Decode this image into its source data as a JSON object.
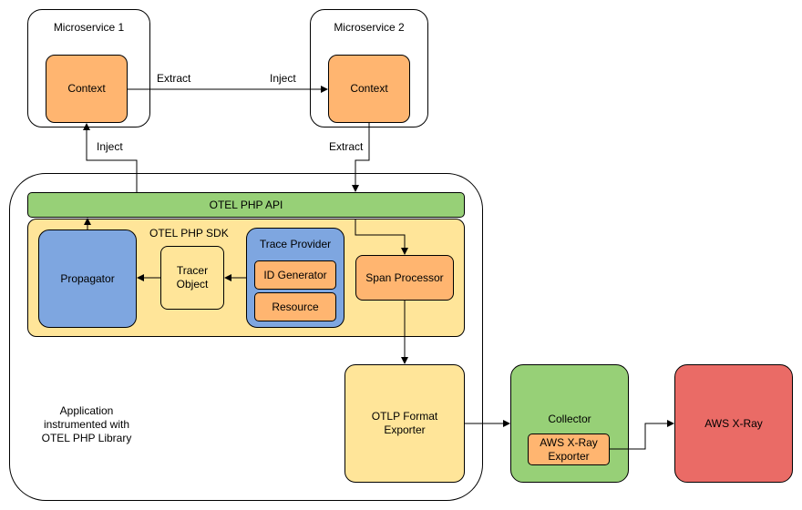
{
  "microservice1": {
    "title": "Microservice 1",
    "context": "Context"
  },
  "microservice2": {
    "title": "Microservice 2",
    "context": "Context"
  },
  "edges": {
    "extract_top": "Extract",
    "inject_top": "Inject",
    "inject_up": "Inject",
    "extract_down": "Extract"
  },
  "api": {
    "label": "OTEL PHP API"
  },
  "sdk": {
    "label": "OTEL PHP SDK",
    "propagator": "Propagator",
    "tracer_object": "Tracer Object",
    "trace_provider": "Trace Provider",
    "id_generator": "ID Generator",
    "resource": "Resource",
    "span_processor": "Span Processor"
  },
  "exporter": {
    "label": "OTLP Format Exporter"
  },
  "application": {
    "label": "Application instrumented with OTEL PHP Library"
  },
  "collector": {
    "label": "Collector",
    "xray_exporter": "AWS X-Ray Exporter"
  },
  "xray": {
    "label": "AWS X-Ray"
  },
  "colors": {
    "orange": "#FFB570",
    "yellow": "#FFE599",
    "green": "#97D077",
    "blue": "#7EA6E0",
    "red": "#EA6B66"
  }
}
